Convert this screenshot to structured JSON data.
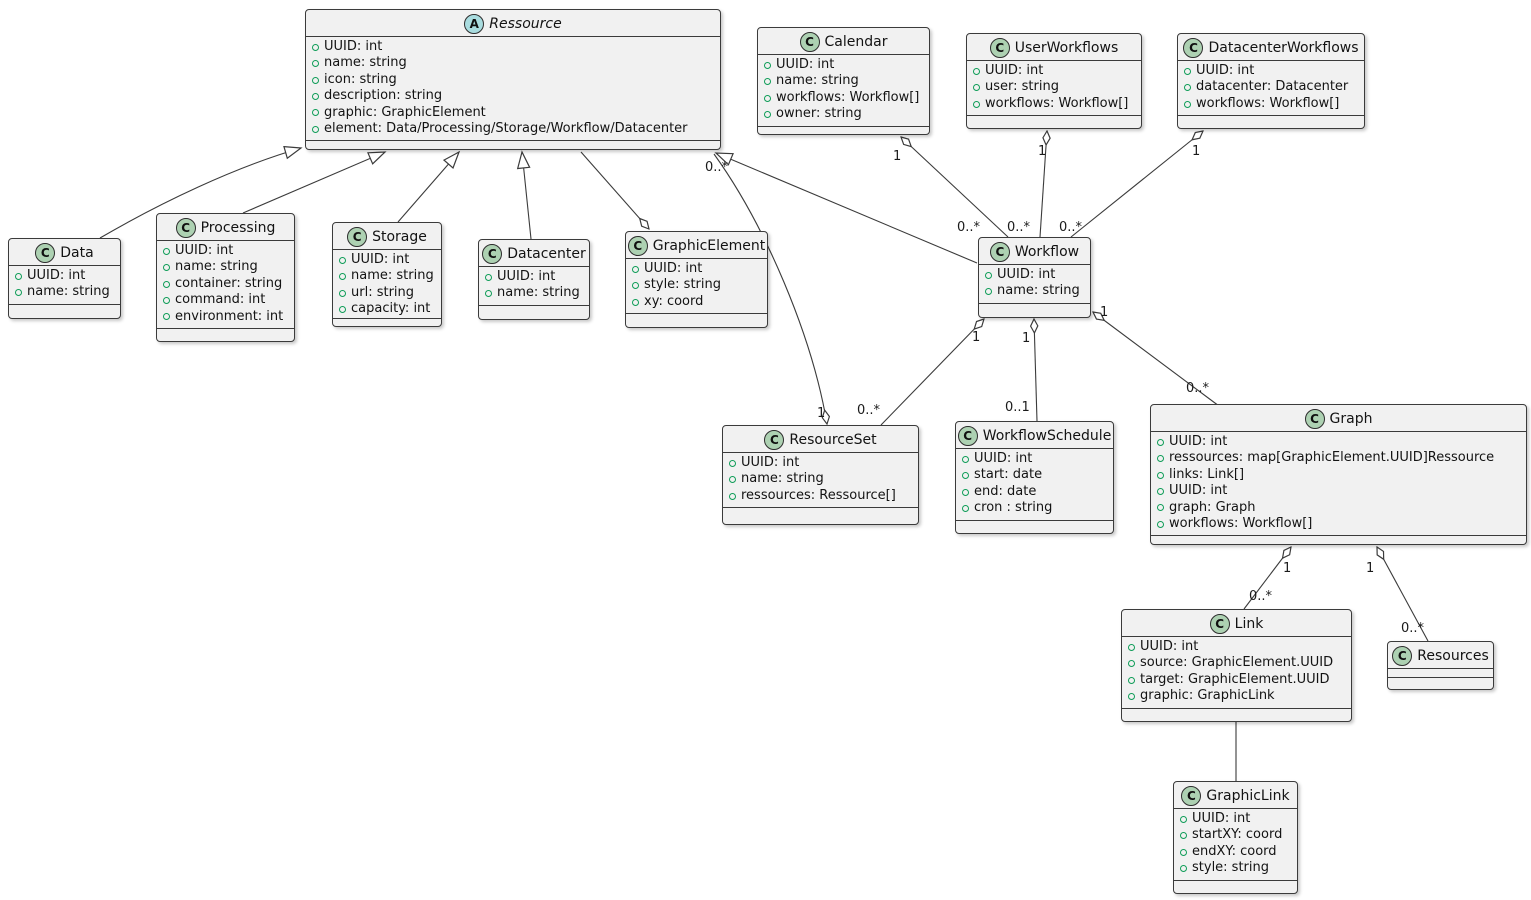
{
  "diagram": {
    "title": "",
    "colors": {
      "box_fill": "#F1F1F1",
      "box_border": "#3b3b3b",
      "line": "#3b3b3b",
      "class_icon_bg": "#ADD1B2",
      "abstract_icon_bg": "#A9DCDF",
      "field_icon": "#0f9d58"
    },
    "icons": {
      "class_icon_letter": "C",
      "abstract_class_icon_letter": "A",
      "field_visibility_icon": "green-circle-outline"
    },
    "classes": [
      {
        "id": "ressource",
        "name": "Ressource",
        "kind": "abstract class",
        "letter": "A",
        "attributes": [
          "UUID: int",
          "name: string",
          "icon: string",
          "description: string",
          "graphic: GraphicElement",
          "element: Data/Processing/Storage/Workflow/Datacenter"
        ]
      },
      {
        "id": "calendar",
        "name": "Calendar",
        "kind": "class",
        "letter": "C",
        "attributes": [
          "UUID: int",
          "name: string",
          "workflows: Workflow[]",
          "owner: string"
        ]
      },
      {
        "id": "userworkflows",
        "name": "UserWorkflows",
        "kind": "class",
        "letter": "C",
        "attributes": [
          "UUID: int",
          "user: string",
          "workflows: Workflow[]"
        ]
      },
      {
        "id": "datacenterworkflows",
        "name": "DatacenterWorkflows",
        "kind": "class",
        "letter": "C",
        "attributes": [
          "UUID: int",
          "datacenter: Datacenter",
          "workflows: Workflow[]"
        ]
      },
      {
        "id": "data",
        "name": "Data",
        "kind": "class",
        "letter": "C",
        "attributes": [
          "UUID: int",
          "name: string"
        ]
      },
      {
        "id": "processing",
        "name": "Processing",
        "kind": "class",
        "letter": "C",
        "attributes": [
          "UUID: int",
          "name: string",
          "container: string",
          "command: int",
          "environment: int"
        ]
      },
      {
        "id": "storage",
        "name": "Storage",
        "kind": "class",
        "letter": "C",
        "attributes": [
          "UUID: int",
          "name: string",
          "url: string",
          "capacity: int"
        ]
      },
      {
        "id": "datacenter",
        "name": "Datacenter",
        "kind": "class",
        "letter": "C",
        "attributes": [
          "UUID: int",
          "name: string"
        ]
      },
      {
        "id": "graphicelement",
        "name": "GraphicElement",
        "kind": "class",
        "letter": "C",
        "attributes": [
          "UUID: int",
          "style: string",
          "xy: coord"
        ]
      },
      {
        "id": "workflow",
        "name": "Workflow",
        "kind": "class",
        "letter": "C",
        "attributes": [
          "UUID: int",
          "name: string"
        ]
      },
      {
        "id": "resourceset",
        "name": "ResourceSet",
        "kind": "class",
        "letter": "C",
        "attributes": [
          "UUID: int",
          "name: string",
          "ressources: Ressource[]"
        ]
      },
      {
        "id": "workflowschedule",
        "name": "WorkflowSchedule",
        "kind": "class",
        "letter": "C",
        "attributes": [
          "UUID: int",
          "start: date",
          "end: date",
          "cron : string"
        ]
      },
      {
        "id": "graph",
        "name": "Graph",
        "kind": "class",
        "letter": "C",
        "attributes": [
          "UUID: int",
          "ressources: map[GraphicElement.UUID]Ressource",
          "links: Link[]",
          "UUID: int",
          "graph: Graph",
          "workflows: Workflow[]"
        ]
      },
      {
        "id": "link",
        "name": "Link",
        "kind": "class",
        "letter": "C",
        "attributes": [
          "UUID: int",
          "source: GraphicElement.UUID",
          "target: GraphicElement.UUID",
          "graphic: GraphicLink"
        ]
      },
      {
        "id": "resources",
        "name": "Resources",
        "kind": "class",
        "letter": "C",
        "attributes": []
      },
      {
        "id": "graphiclink",
        "name": "GraphicLink",
        "kind": "class",
        "letter": "C",
        "attributes": [
          "UUID: int",
          "startXY: coord",
          "endXY: coord",
          "style: string"
        ]
      }
    ],
    "relations": [
      {
        "from": "data",
        "to": "ressource",
        "type": "generalization",
        "owner_label": "",
        "other_label": ""
      },
      {
        "from": "processing",
        "to": "ressource",
        "type": "generalization",
        "owner_label": "",
        "other_label": ""
      },
      {
        "from": "storage",
        "to": "ressource",
        "type": "generalization",
        "owner_label": "",
        "other_label": ""
      },
      {
        "from": "datacenter",
        "to": "ressource",
        "type": "generalization",
        "owner_label": "",
        "other_label": ""
      },
      {
        "from": "workflow",
        "to": "ressource",
        "type": "generalization",
        "owner_label": "",
        "other_label": ""
      },
      {
        "from": "graphicelement",
        "to": "ressource",
        "type": "aggregation",
        "owner_label": "",
        "other_label": ""
      },
      {
        "from": "resourceset",
        "to": "ressource",
        "type": "aggregation",
        "owner_label": "1",
        "other_label": "0..*"
      },
      {
        "from": "calendar",
        "to": "workflow",
        "type": "aggregation",
        "owner_label": "1",
        "other_label": "0..*"
      },
      {
        "from": "userworkflows",
        "to": "workflow",
        "type": "aggregation",
        "owner_label": "1",
        "other_label": "0..*"
      },
      {
        "from": "datacenterworkflows",
        "to": "workflow",
        "type": "aggregation",
        "owner_label": "1",
        "other_label": "0..*"
      },
      {
        "from": "workflow",
        "to": "resourceset",
        "type": "aggregation",
        "owner_label": "1",
        "other_label": "0..*"
      },
      {
        "from": "workflow",
        "to": "workflowschedule",
        "type": "aggregation",
        "owner_label": "1",
        "other_label": "0..1"
      },
      {
        "from": "workflow",
        "to": "graph",
        "type": "aggregation",
        "owner_label": "1",
        "other_label": "0..*"
      },
      {
        "from": "graph",
        "to": "link",
        "type": "aggregation",
        "owner_label": "1",
        "other_label": "0..*"
      },
      {
        "from": "graph",
        "to": "resources",
        "type": "aggregation",
        "owner_label": "1",
        "other_label": "0..*"
      },
      {
        "from": "link",
        "to": "graphiclink",
        "type": "association",
        "owner_label": "",
        "other_label": ""
      }
    ]
  }
}
